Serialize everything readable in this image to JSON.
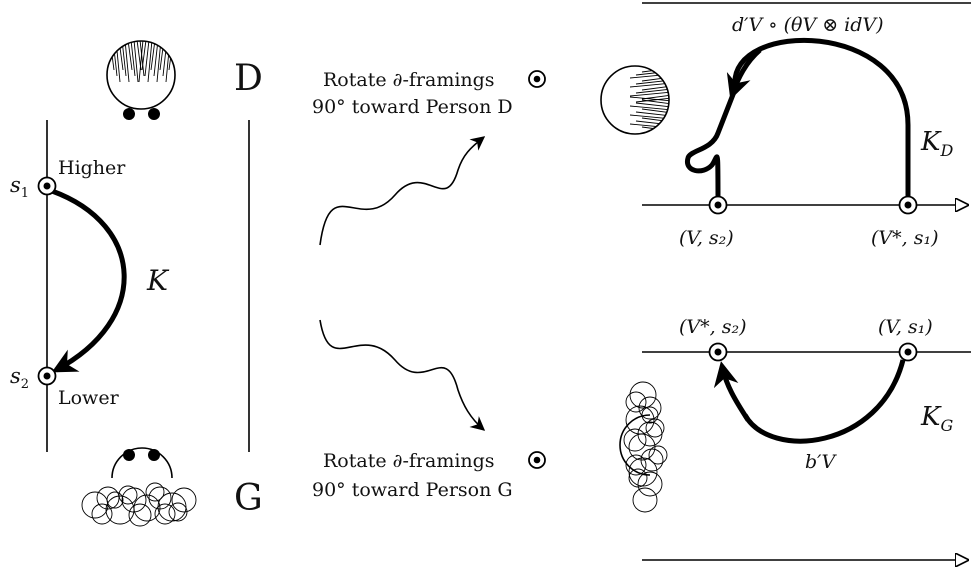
{
  "left_panel": {
    "person_top_label": "D",
    "person_bottom_label": "G",
    "knot_label": "K",
    "s1_label": "s",
    "s1_sub": "1",
    "s2_label": "s",
    "s2_sub": "2",
    "higher_label": "Higher",
    "lower_label": "Lower"
  },
  "middle": {
    "top_caption_line1": "Rotate ∂-framings",
    "top_caption_line2": "90° toward Person D",
    "bottom_caption_line1": "Rotate ∂-framings",
    "bottom_caption_line2": "90° toward Person G"
  },
  "right_top": {
    "morphism_label": "d′V ∘ (θV ⊗ idV)",
    "knot_label": "K",
    "knot_sub": "D",
    "left_point_label": "(V, s₂)",
    "right_point_label": "(V*, s₁)"
  },
  "right_bottom": {
    "morphism_label": "b′V",
    "knot_label": "K",
    "knot_sub": "G",
    "left_point_label": "(V*, s₂)",
    "right_point_label": "(V, s₁)"
  }
}
